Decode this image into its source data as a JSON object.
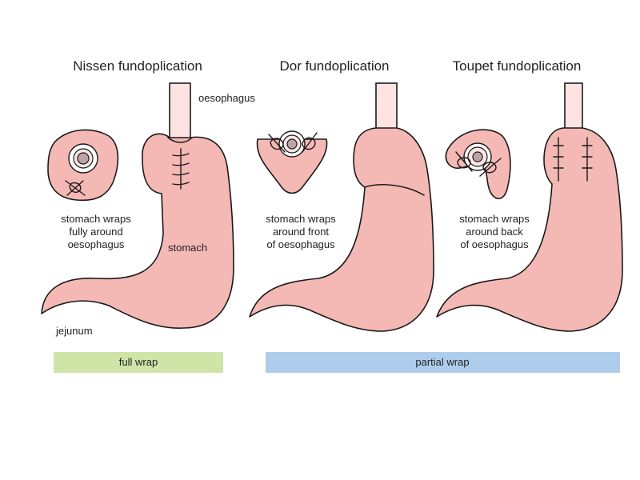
{
  "columns": [
    {
      "title": "Nissen fundoplication",
      "description": [
        "stomach wraps",
        "fully around",
        "oesophagus"
      ]
    },
    {
      "title": "Dor fundoplication",
      "description": [
        "stomach wraps",
        "around front",
        "of oesophagus"
      ]
    },
    {
      "title": "Toupet fundoplication",
      "description": [
        "stomach wraps",
        "around back",
        "of oesophagus"
      ]
    }
  ],
  "labels": {
    "oesophagus": "oesophagus",
    "stomach": "stomach",
    "jejunum": "jejunum"
  },
  "bands": [
    {
      "label": "full wrap",
      "color": "#cfe5a8"
    },
    {
      "label": "partial wrap",
      "color": "#aecdec"
    }
  ],
  "colors": {
    "stomach": "#f4b8b5",
    "oesophagus": "#fde4e2",
    "lumen": "#b8a5a8"
  }
}
